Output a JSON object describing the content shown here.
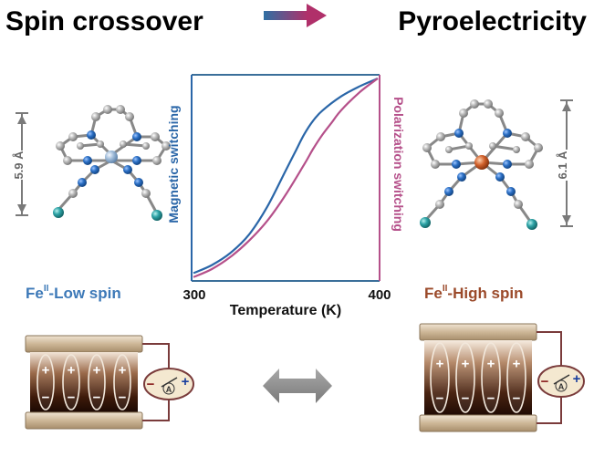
{
  "header": {
    "left_title": "Spin crossover",
    "right_title": "Pyroelectricity",
    "left_color": "#2a6e9c",
    "right_color": "#b0507a"
  },
  "molecule_left": {
    "distance": "5.9 Å",
    "state_prefix": "Fe",
    "state_sup": "II",
    "state_suffix": "-Low spin",
    "center_color": "#9bb8d6",
    "label_color": "#3d79b8"
  },
  "molecule_right": {
    "distance": "6.1 Å",
    "state_prefix": "Fe",
    "state_sup": "II",
    "state_suffix": "-High spin",
    "center_color": "#d0602b",
    "label_color": "#9b4a2a"
  },
  "colors": {
    "nitrogen": "#1f64b4",
    "carbon": "#a9a9a9",
    "sulfur": "#2ea3a6",
    "dimension_line": "#7a7a7a"
  },
  "chart_data": {
    "type": "line",
    "xlabel": "Temperature (K)",
    "ylabel_left": "Magnetic switching",
    "ylabel_right": "Polarization switching",
    "xlim": [
      300,
      400
    ],
    "x_ticks": [
      "300",
      "400"
    ],
    "series": [
      {
        "color": "#2a66a8",
        "x": [
          300,
          310,
          320,
          330,
          340,
          350,
          355,
          360,
          365,
          370,
          380,
          390,
          400
        ],
        "y": [
          0.03,
          0.07,
          0.13,
          0.22,
          0.36,
          0.54,
          0.63,
          0.72,
          0.79,
          0.84,
          0.91,
          0.96,
          1.0
        ]
      },
      {
        "color": "#b5508a",
        "x": [
          300,
          310,
          320,
          330,
          340,
          350,
          360,
          365,
          370,
          375,
          380,
          390,
          400
        ],
        "y": [
          0.01,
          0.05,
          0.11,
          0.19,
          0.29,
          0.42,
          0.57,
          0.65,
          0.72,
          0.78,
          0.84,
          0.93,
          1.0
        ]
      }
    ],
    "axis_left_color": "#2a66a8",
    "axis_right_color": "#b5508a"
  },
  "devices": {
    "plus": "+",
    "minus": "−",
    "meter_plus": "+",
    "meter_minus": "−",
    "meter_symbol": "A",
    "left_cells": 4,
    "right_cells": 4
  },
  "arrow_color": "#8a8a8a"
}
